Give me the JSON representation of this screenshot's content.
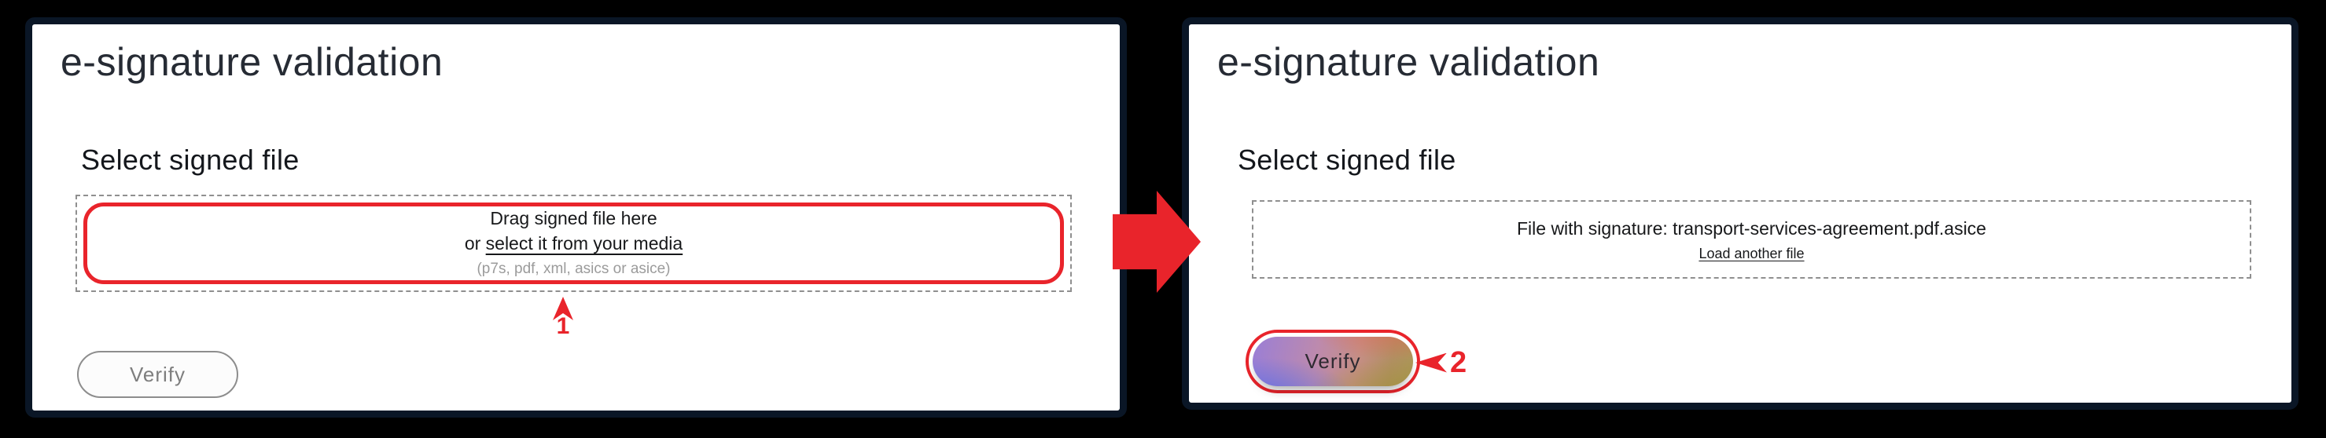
{
  "colors": {
    "background": "#000000",
    "panel_border": "#0a1626",
    "accent_red": "#e9242b",
    "title_text": "#262b34",
    "hint_gray": "#9b9b9b",
    "idle_button_text": "#7e7e7e",
    "gradient_purple": "#9a7ed6",
    "gradient_pink": "#c58e84",
    "gradient_blue": "#566ce6",
    "gradient_olive": "#ab9757"
  },
  "left_panel": {
    "title": "e-signature validation",
    "subtitle": "Select signed file",
    "dropzone": {
      "line1": "Drag signed file here",
      "line2_prefix": "or ",
      "line2_link": "select it from your media",
      "hint": "(p7s, pdf, xml, asics or asice)"
    },
    "verify_label": "Verify",
    "annotation_number": "1"
  },
  "right_panel": {
    "title": "e-signature validation",
    "subtitle": "Select signed file",
    "filebox": {
      "file_label": "File with signature: transport-services-agreement.pdf.asice",
      "reload_link": "Load another file"
    },
    "verify_label": "Verify",
    "annotation_number": "2"
  }
}
